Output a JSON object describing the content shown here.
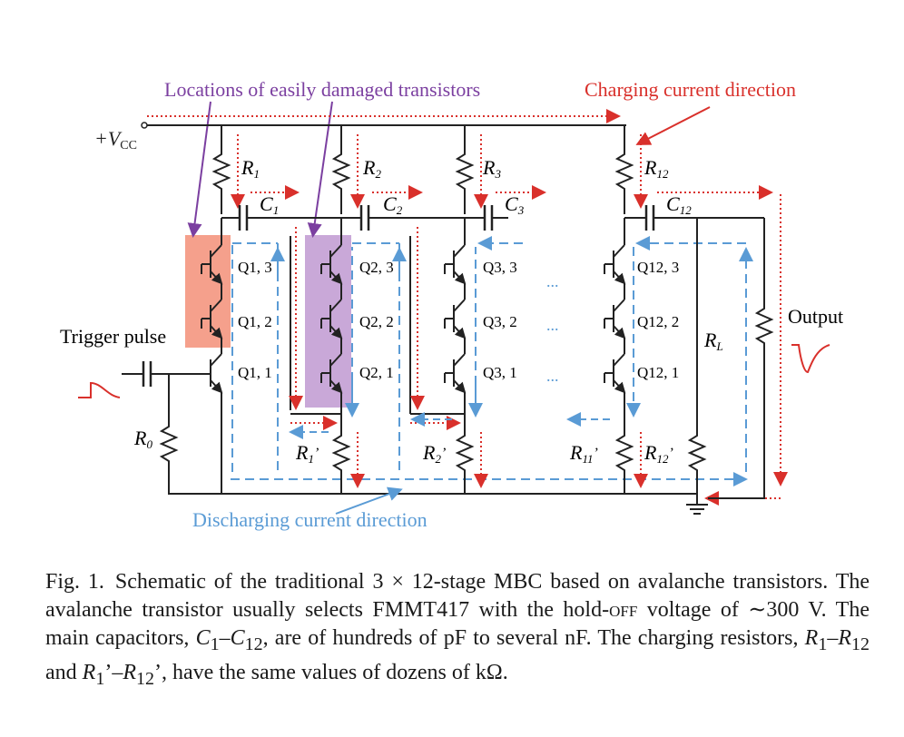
{
  "labels": {
    "damaged": "Locations of easily damaged transistors",
    "charging": "Charging current direction",
    "discharging": "Discharging current direction",
    "vcc": "+V",
    "vcc_sub": "CC",
    "trigger": "Trigger pulse",
    "output": "Output",
    "r0": "R",
    "r0_sub": "0",
    "rl": "R",
    "rl_sub": "L",
    "dots": "..."
  },
  "stages": [
    {
      "r": "R",
      "rsub": "1",
      "c": "C",
      "csub": "1",
      "q": [
        "Q1, 3",
        "Q1, 2",
        "Q1, 1"
      ],
      "rp": "R",
      "rpsub": "1",
      "rpmark": "’"
    },
    {
      "r": "R",
      "rsub": "2",
      "c": "C",
      "csub": "2",
      "q": [
        "Q2, 3",
        "Q2, 2",
        "Q2, 1"
      ],
      "rp": "R",
      "rpsub": "2",
      "rpmark": "’"
    },
    {
      "r": "R",
      "rsub": "3",
      "c": "C",
      "csub": "3",
      "q": [
        "Q3, 3",
        "Q3, 2",
        "Q3, 1"
      ],
      "rp": "",
      "rpsub": "",
      "rpmark": ""
    },
    {
      "r": "R",
      "rsub": "12",
      "c": "C",
      "csub": "12",
      "q": [
        "Q12, 3",
        "Q12, 2",
        "Q12, 1"
      ],
      "rp": "R",
      "rpsub": "11",
      "rpmark": "’"
    }
  ],
  "r12p": {
    "r": "R",
    "rsub": "12",
    "rpmark": "’"
  },
  "colors": {
    "purple": "#7b3fa0",
    "red": "#d9302b",
    "blue": "#5a9bd5",
    "hl_red": "#f5a08c",
    "hl_purple": "#c9a8d8"
  },
  "caption": {
    "fig": "Fig. 1.",
    "part1": "Schematic of the traditional 3 × 12-stage MBC based on avalanche transistors. The avalanche transistor usually selects FMMT417 with the hold-",
    "off": "off",
    "part2": " voltage of ∼300 V. The main capacitors, ",
    "c_range": "C",
    "c1": "1",
    "dash1": "–",
    "c_range2": "C",
    "c12": "12",
    "part3": ", are of hundreds of pF to several nF. The charging resistors, ",
    "r_a": "R",
    "r1": "1",
    "dash2": "–",
    "r_b": "R",
    "r12": "12",
    "and": " and ",
    "r_c": "R",
    "r1b": "1",
    "quote1": "’–",
    "r_d": "R",
    "r12b": "12",
    "quote2": "’",
    "part4": ", have the same values of dozens of kΩ."
  }
}
